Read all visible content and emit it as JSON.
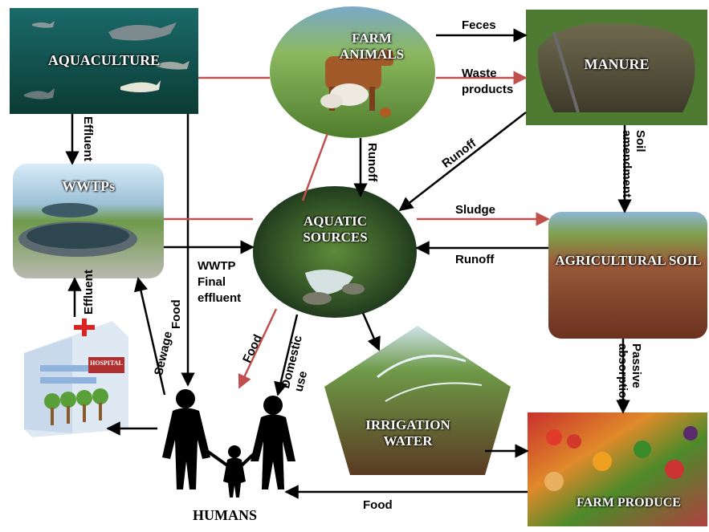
{
  "nodes": {
    "aquaculture": "AQUACULTURE",
    "farm_animals": "FARM ANIMALS",
    "manure": "MANURE",
    "wwtps": "WWTPs",
    "aquatic_sources": "AQUATIC SOURCES",
    "agricultural_soil": "AGRICULTURAL SOIL",
    "hospital_sign": "HOSPITAL",
    "irrigation_water": "IRRIGATION WATER",
    "farm_produce": "FARM PRODUCE",
    "humans": "HUMANS"
  },
  "edge_labels": {
    "feces": "Feces",
    "waste": "Waste",
    "products": "products",
    "runoff_animals": "Runoff",
    "runoff_manure": "Runoff",
    "soil_amendment": "Soil amendment",
    "effluent_aquaculture": "Effluent",
    "sludge": "Sludge",
    "runoff_soil": "Runoff",
    "wwtp": "WWTP",
    "final": "Final",
    "effluent_final": "effluent",
    "effluent_hospital": "Effluent",
    "sewage": "Sewage",
    "food_aquaculture": "Food",
    "food_aquatic": "Food",
    "domestic_use": "Domestic use",
    "passive_absorption": "Passive absorption",
    "food_produce": "Food"
  },
  "colors": {
    "black_arrow": "#000000",
    "red_arrow": "#c0504d"
  }
}
